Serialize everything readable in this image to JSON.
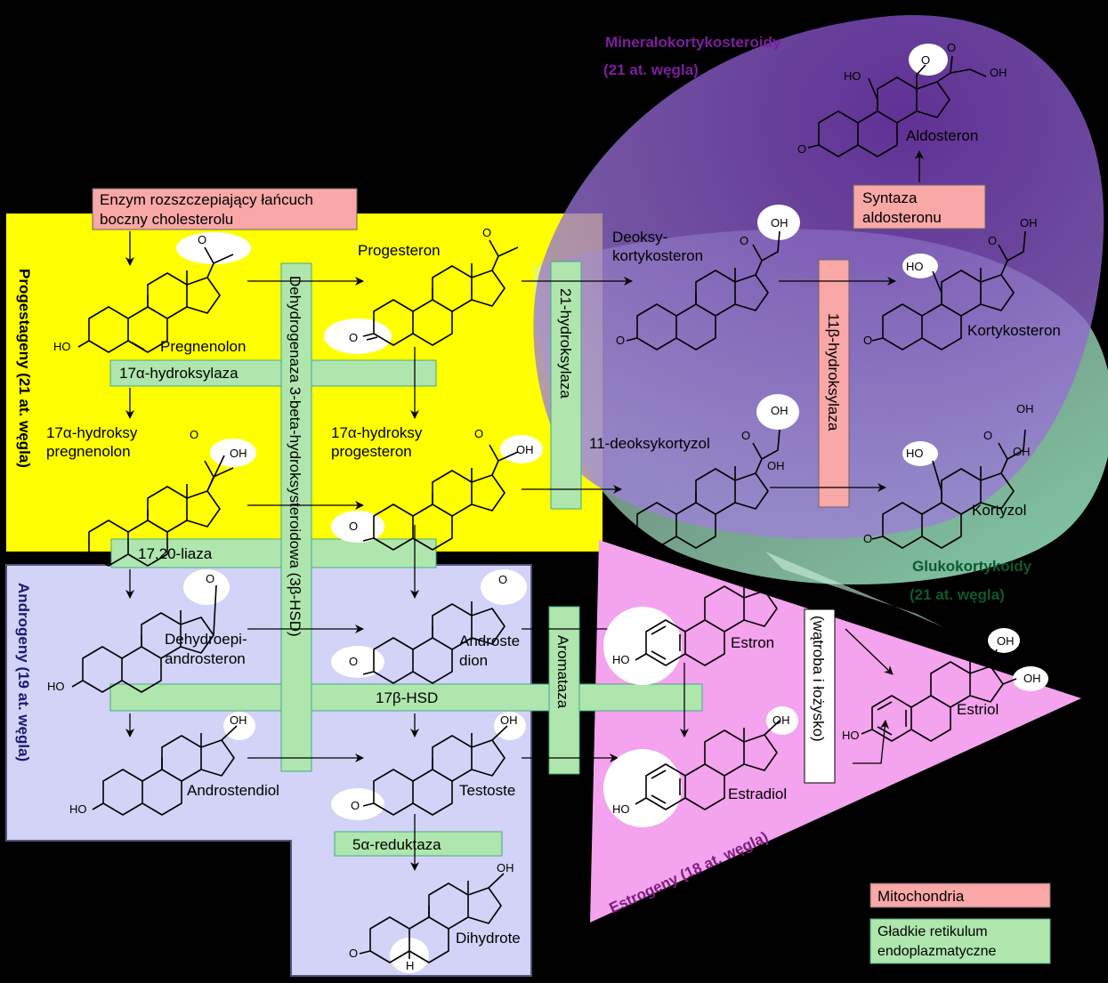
{
  "regions": {
    "progestagens": "Progestageny (21 at. węgla)",
    "androgens": "Androgeny (19 at. węgla)",
    "estrogens": "Estrogeny (18 at. węgla)",
    "mineralocorticoids_line1": "Mineralokortykosteroidy",
    "mineralocorticoids_line2": "(21 at. węgla)",
    "glucocorticoids_line1": "Glukokortykoidy",
    "glucocorticoids_line2": "(21 at. węgla)"
  },
  "enzymes": {
    "scc_line1": "Enzym rozszczepiający łańcuch",
    "scc_line2": "boczny cholesterolu",
    "hydroxylase17a": "17α-hydroksylaza",
    "hsd3b": "Dehydrogenaza 3-beta-hydroksysteroidowa (3β-HSD)",
    "hydroxylase21": "21-hydroksylaza",
    "hydroxylase11b": "11β-hydroksylaza",
    "aldosynthase_line1": "Syntaza",
    "aldosynthase_line2": "aldosteronu",
    "lyase1720": "17,20-liaza",
    "hsd17b": "17β-HSD",
    "aromatase": "Aromataza",
    "liver_placenta": "(wątroba i łożysko)",
    "reductase5a": "5α-reduktaza"
  },
  "compounds": {
    "pregnenolone": "Pregnenolon",
    "progesterone": "Progesteron",
    "deoxycorticosterone_line1": "Deoksy-",
    "deoxycorticosterone_line2": "kortykosteron",
    "corticosterone": "Kortykosteron",
    "aldosterone": "Aldosteron",
    "oh_pregnenolone_line1": "17α-hydroksy",
    "oh_pregnenolone_line2": "pregnenolon",
    "oh_progesterone_line1": "17α-hydroksy",
    "oh_progesterone_line2": "progesteron",
    "deoxycortisol": "11-deoksykortyzol",
    "cortisol": "Kortyzol",
    "dhea_line1": "Dehydroepi-",
    "dhea_line2": "androsteron",
    "androstenedione_line1": "Androste",
    "androstenedione_line2": "dion",
    "estrone": "Estron",
    "estriol": "Estriol",
    "androstenediol": "Androstendiol",
    "testosterone": "Testoste",
    "estradiol": "Estradiol",
    "dht": "Dihydrote"
  },
  "atoms": {
    "o": "O",
    "oh": "OH",
    "ho": "HO",
    "h": "H"
  },
  "legend": {
    "mitochondria": "Mitochondria",
    "ser_line1": "Gładkie retikulum",
    "ser_line2": "endoplazmatyczne"
  },
  "colors": {
    "progestagen_fill": "#ffff00",
    "androgen_fill": "#d3d3f7",
    "estrogen_fill": "#f4a3ee",
    "mineralocorticoid_fill": "#8a55c4",
    "glucocorticoid_fill": "#a6e8c4",
    "mitochondria_box": "#f9a7a7",
    "ser_box": "#afe6ae"
  }
}
